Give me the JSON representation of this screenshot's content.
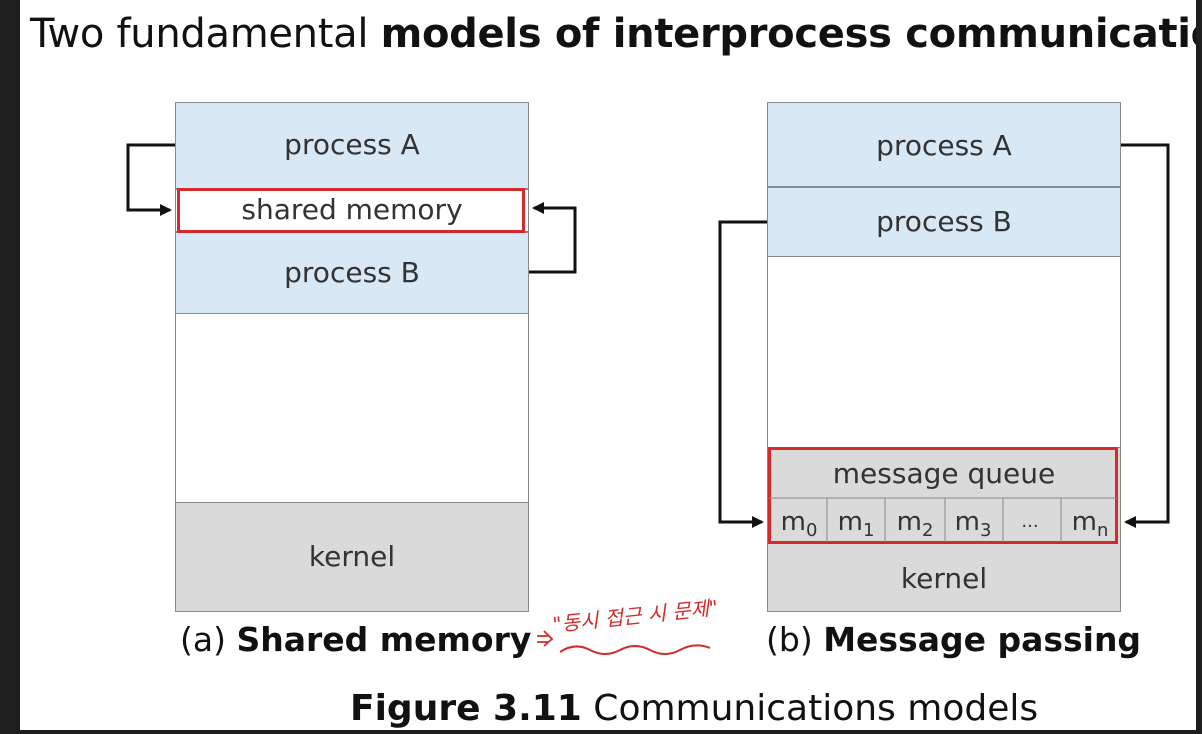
{
  "slide": {
    "title_plain": "Two fundamental ",
    "title_bold": "models of interprocess communication"
  },
  "shared_memory": {
    "process_a": "process  A",
    "shared_memory": "shared memory",
    "process_b": "process  B",
    "kernel": "kernel",
    "caption_prefix": "(a) ",
    "caption_bold": "Shared memory"
  },
  "message_passing": {
    "process_a": "process  A",
    "process_b": "process  B",
    "message_queue": "message queue",
    "queue_cells": [
      "m0",
      "m1",
      "m2",
      "m3",
      "...",
      "mn"
    ],
    "kernel": "kernel",
    "caption_prefix": "(b) ",
    "caption_bold": "Message passing"
  },
  "annotation": {
    "handwritten_note": "\"동시 접근 시 문제\""
  },
  "figure_caption": {
    "bold": "Figure 3.11",
    "text": " Communications models"
  },
  "colors": {
    "process_fill": "#d9e8f5",
    "kernel_fill": "#dadada",
    "highlight": "#d32b2b"
  }
}
